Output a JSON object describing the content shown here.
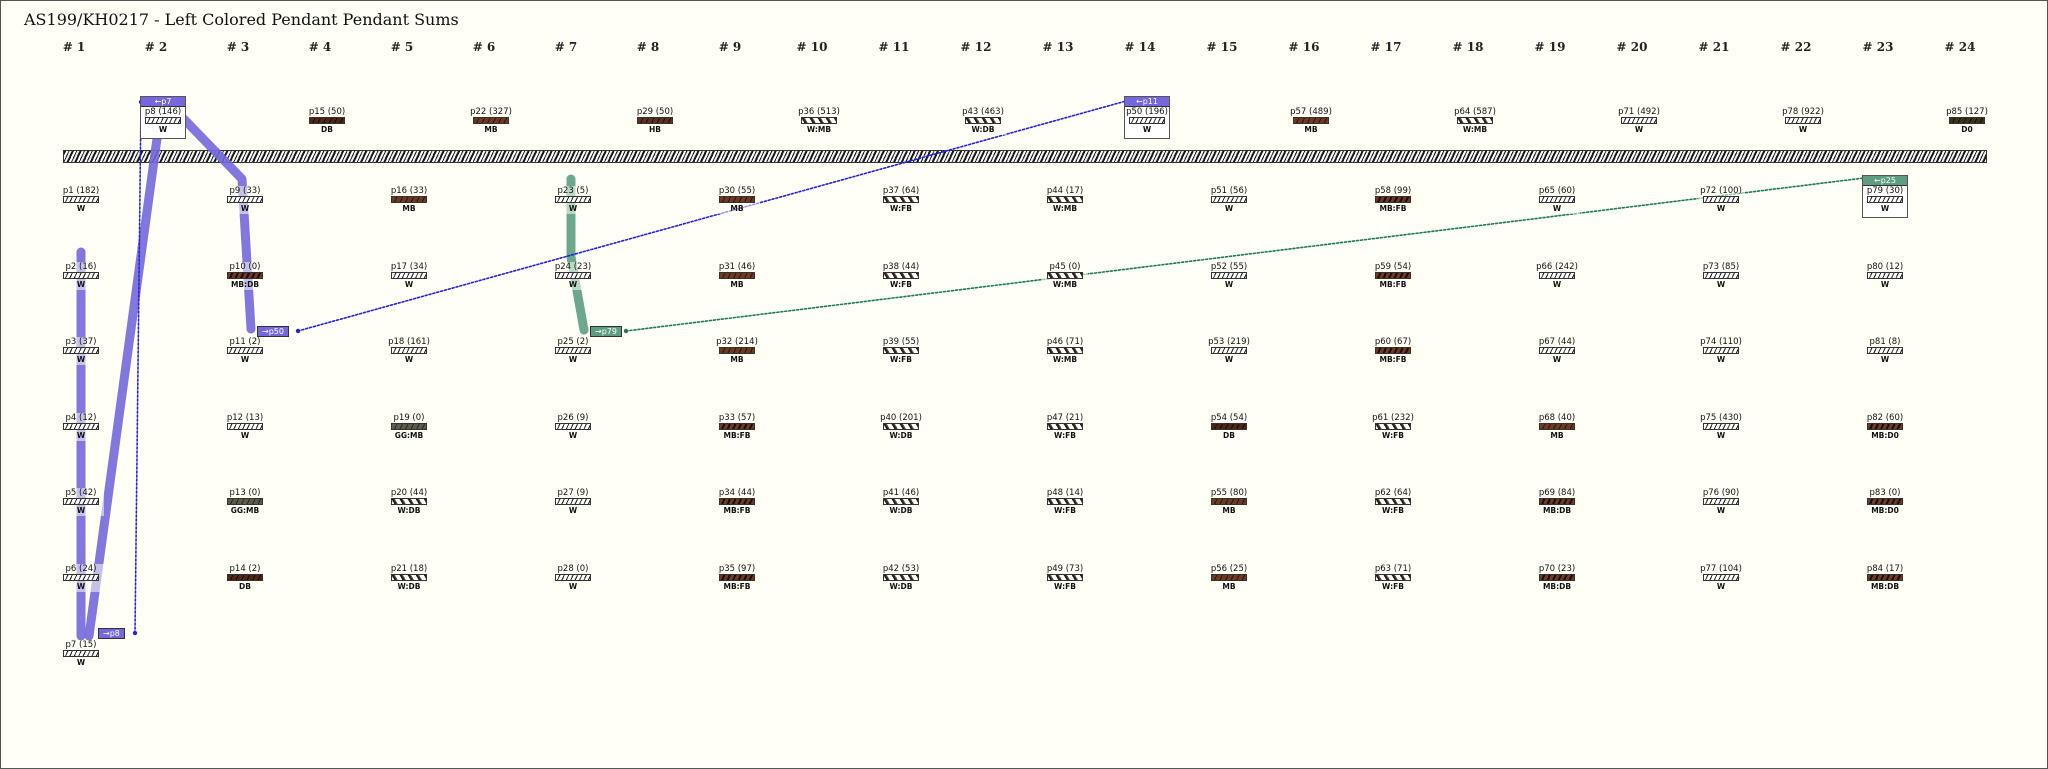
{
  "title": "AS199/KH0217 - Left Colored Pendant Pendant Sums",
  "columns": [
    "# 1",
    "# 2",
    "# 3",
    "# 4",
    "# 5",
    "# 6",
    "# 7",
    "# 8",
    "# 9",
    "# 10",
    "# 11",
    "# 12",
    "# 13",
    "# 14",
    "# 15",
    "# 16",
    "# 17",
    "# 18",
    "# 19",
    "# 20",
    "# 21",
    "# 22",
    "# 23",
    "# 24"
  ],
  "colors": {
    "link_purple": "#7468dc",
    "link_green": "#5c9e7e",
    "background": "#fffff6"
  },
  "pendants": [
    {
      "id": "p8",
      "value": 146,
      "color": "W",
      "col": 2,
      "row": 0,
      "header": "←p7",
      "link": "purple"
    },
    {
      "id": "p15",
      "value": 50,
      "color": "DB",
      "col": 4,
      "row": 0
    },
    {
      "id": "p22",
      "value": 327,
      "color": "MB",
      "col": 6,
      "row": 0
    },
    {
      "id": "p29",
      "value": 50,
      "color": "HB",
      "col": 8,
      "row": 0
    },
    {
      "id": "p36",
      "value": 513,
      "color": "W:MB",
      "col": 10,
      "row": 0
    },
    {
      "id": "p43",
      "value": 463,
      "color": "W:DB",
      "col": 12,
      "row": 0
    },
    {
      "id": "p50",
      "value": 196,
      "color": "W",
      "col": 14,
      "row": 0,
      "header": "←p11",
      "link": "purple"
    },
    {
      "id": "p57",
      "value": 489,
      "color": "MB",
      "col": 16,
      "row": 0
    },
    {
      "id": "p64",
      "value": 587,
      "color": "W:MB",
      "col": 18,
      "row": 0
    },
    {
      "id": "p71",
      "value": 492,
      "color": "W",
      "col": 20,
      "row": 0
    },
    {
      "id": "p78",
      "value": 922,
      "color": "W",
      "col": 22,
      "row": 0
    },
    {
      "id": "p85",
      "value": 127,
      "color": "D0",
      "col": 24,
      "row": 0
    },
    {
      "id": "p1",
      "value": 182,
      "color": "W",
      "col": 1,
      "row": 1
    },
    {
      "id": "p2",
      "value": 16,
      "color": "W",
      "col": 1,
      "row": 2
    },
    {
      "id": "p3",
      "value": 37,
      "color": "W",
      "col": 1,
      "row": 3
    },
    {
      "id": "p4",
      "value": 12,
      "color": "W",
      "col": 1,
      "row": 4
    },
    {
      "id": "p5",
      "value": 42,
      "color": "W",
      "col": 1,
      "row": 5
    },
    {
      "id": "p6",
      "value": 24,
      "color": "W",
      "col": 1,
      "row": 6
    },
    {
      "id": "p7",
      "value": 15,
      "color": "W",
      "col": 1,
      "row": 7
    },
    {
      "id": "p9",
      "value": 33,
      "color": "W",
      "col": 3,
      "row": 1
    },
    {
      "id": "p10",
      "value": 0,
      "color": "MB:DB",
      "col": 3,
      "row": 2
    },
    {
      "id": "p11",
      "value": 2,
      "color": "W",
      "col": 3,
      "row": 3
    },
    {
      "id": "p12",
      "value": 13,
      "color": "W",
      "col": 3,
      "row": 4
    },
    {
      "id": "p13",
      "value": 0,
      "color": "GG:MB",
      "col": 3,
      "row": 5
    },
    {
      "id": "p14",
      "value": 2,
      "color": "DB",
      "col": 3,
      "row": 6
    },
    {
      "id": "p16",
      "value": 33,
      "color": "MB",
      "col": 5,
      "row": 1
    },
    {
      "id": "p17",
      "value": 34,
      "color": "W",
      "col": 5,
      "row": 2
    },
    {
      "id": "p18",
      "value": 161,
      "color": "W",
      "col": 5,
      "row": 3
    },
    {
      "id": "p19",
      "value": 0,
      "color": "GG:MB",
      "col": 5,
      "row": 4
    },
    {
      "id": "p20",
      "value": 44,
      "color": "W:DB",
      "col": 5,
      "row": 5
    },
    {
      "id": "p21",
      "value": 18,
      "color": "W:DB",
      "col": 5,
      "row": 6
    },
    {
      "id": "p23",
      "value": 5,
      "color": "W",
      "col": 7,
      "row": 1
    },
    {
      "id": "p24",
      "value": 23,
      "color": "W",
      "col": 7,
      "row": 2
    },
    {
      "id": "p25",
      "value": 2,
      "color": "W",
      "col": 7,
      "row": 3
    },
    {
      "id": "p26",
      "value": 9,
      "color": "W",
      "col": 7,
      "row": 4
    },
    {
      "id": "p27",
      "value": 9,
      "color": "W",
      "col": 7,
      "row": 5
    },
    {
      "id": "p28",
      "value": 0,
      "color": "W",
      "col": 7,
      "row": 6
    },
    {
      "id": "p30",
      "value": 55,
      "color": "MB",
      "col": 9,
      "row": 1
    },
    {
      "id": "p31",
      "value": 46,
      "color": "MB",
      "col": 9,
      "row": 2
    },
    {
      "id": "p32",
      "value": 214,
      "color": "MB",
      "col": 9,
      "row": 3
    },
    {
      "id": "p33",
      "value": 57,
      "color": "MB:FB",
      "col": 9,
      "row": 4
    },
    {
      "id": "p34",
      "value": 44,
      "color": "MB:FB",
      "col": 9,
      "row": 5
    },
    {
      "id": "p35",
      "value": 97,
      "color": "MB:FB",
      "col": 9,
      "row": 6
    },
    {
      "id": "p37",
      "value": 64,
      "color": "W:FB",
      "col": 11,
      "row": 1
    },
    {
      "id": "p38",
      "value": 44,
      "color": "W:FB",
      "col": 11,
      "row": 2
    },
    {
      "id": "p39",
      "value": 55,
      "color": "W:FB",
      "col": 11,
      "row": 3
    },
    {
      "id": "p40",
      "value": 201,
      "color": "W:DB",
      "col": 11,
      "row": 4
    },
    {
      "id": "p41",
      "value": 46,
      "color": "W:DB",
      "col": 11,
      "row": 5
    },
    {
      "id": "p42",
      "value": 53,
      "color": "W:DB",
      "col": 11,
      "row": 6
    },
    {
      "id": "p44",
      "value": 17,
      "color": "W:MB",
      "col": 13,
      "row": 1
    },
    {
      "id": "p45",
      "value": 0,
      "color": "W:MB",
      "col": 13,
      "row": 2
    },
    {
      "id": "p46",
      "value": 71,
      "color": "W:MB",
      "col": 13,
      "row": 3
    },
    {
      "id": "p47",
      "value": 21,
      "color": "W:FB",
      "col": 13,
      "row": 4
    },
    {
      "id": "p48",
      "value": 14,
      "color": "W:FB",
      "col": 13,
      "row": 5
    },
    {
      "id": "p49",
      "value": 73,
      "color": "W:FB",
      "col": 13,
      "row": 6
    },
    {
      "id": "p51",
      "value": 56,
      "color": "W",
      "col": 15,
      "row": 1
    },
    {
      "id": "p52",
      "value": 55,
      "color": "W",
      "col": 15,
      "row": 2
    },
    {
      "id": "p53",
      "value": 219,
      "color": "W",
      "col": 15,
      "row": 3
    },
    {
      "id": "p54",
      "value": 54,
      "color": "DB",
      "col": 15,
      "row": 4
    },
    {
      "id": "p55",
      "value": 80,
      "color": "MB",
      "col": 15,
      "row": 5
    },
    {
      "id": "p56",
      "value": 25,
      "color": "MB",
      "col": 15,
      "row": 6
    },
    {
      "id": "p58",
      "value": 99,
      "color": "MB:FB",
      "col": 17,
      "row": 1
    },
    {
      "id": "p59",
      "value": 54,
      "color": "MB:FB",
      "col": 17,
      "row": 2
    },
    {
      "id": "p60",
      "value": 67,
      "color": "MB:FB",
      "col": 17,
      "row": 3
    },
    {
      "id": "p61",
      "value": 232,
      "color": "W:FB",
      "col": 17,
      "row": 4
    },
    {
      "id": "p62",
      "value": 64,
      "color": "W:FB",
      "col": 17,
      "row": 5
    },
    {
      "id": "p63",
      "value": 71,
      "color": "W:FB",
      "col": 17,
      "row": 6
    },
    {
      "id": "p65",
      "value": 60,
      "color": "W",
      "col": 19,
      "row": 1
    },
    {
      "id": "p66",
      "value": 242,
      "color": "W",
      "col": 19,
      "row": 2
    },
    {
      "id": "p67",
      "value": 44,
      "color": "W",
      "col": 19,
      "row": 3
    },
    {
      "id": "p68",
      "value": 40,
      "color": "MB",
      "col": 19,
      "row": 4
    },
    {
      "id": "p69",
      "value": 84,
      "color": "MB:DB",
      "col": 19,
      "row": 5
    },
    {
      "id": "p70",
      "value": 23,
      "color": "MB:DB",
      "col": 19,
      "row": 6
    },
    {
      "id": "p72",
      "value": 100,
      "color": "W",
      "col": 21,
      "row": 1
    },
    {
      "id": "p73",
      "value": 85,
      "color": "W",
      "col": 21,
      "row": 2
    },
    {
      "id": "p74",
      "value": 110,
      "color": "W",
      "col": 21,
      "row": 3
    },
    {
      "id": "p75",
      "value": 430,
      "color": "W",
      "col": 21,
      "row": 4
    },
    {
      "id": "p76",
      "value": 90,
      "color": "W",
      "col": 21,
      "row": 5
    },
    {
      "id": "p77",
      "value": 104,
      "color": "W",
      "col": 21,
      "row": 6
    },
    {
      "id": "p79",
      "value": 30,
      "color": "W",
      "col": 23,
      "row": 1,
      "header": "←p25",
      "link": "green"
    },
    {
      "id": "p80",
      "value": 12,
      "color": "W",
      "col": 23,
      "row": 2
    },
    {
      "id": "p81",
      "value": 8,
      "color": "W",
      "col": 23,
      "row": 3
    },
    {
      "id": "p82",
      "value": 60,
      "color": "MB:D0",
      "col": 23,
      "row": 4
    },
    {
      "id": "p83",
      "value": 0,
      "color": "MB:D0",
      "col": 23,
      "row": 5
    },
    {
      "id": "p84",
      "value": 17,
      "color": "MB:DB",
      "col": 23,
      "row": 6
    }
  ],
  "links": [
    {
      "label": "→p8",
      "from": "p7",
      "to": "p8",
      "color": "purple"
    },
    {
      "label": "→p50",
      "from": "p11",
      "to": "p50",
      "color": "purple"
    },
    {
      "label": "→p79",
      "from": "p25",
      "to": "p79",
      "color": "green"
    }
  ]
}
